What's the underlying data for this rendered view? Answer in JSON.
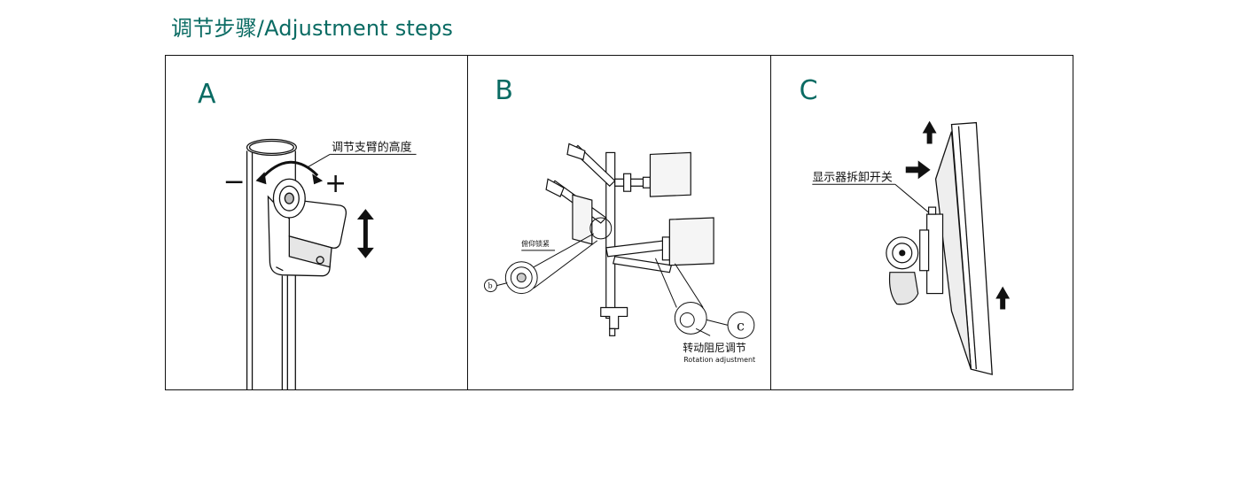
{
  "title": "调节步骤/Adjustment steps",
  "colors": {
    "accent": "#0a6b63",
    "line": "#111111"
  },
  "panels": [
    {
      "letter": "A",
      "label": "调节支臂的高度",
      "minus": "−",
      "plus": "+"
    },
    {
      "letter": "B",
      "tilt_lock": "俯仰锁紧",
      "marker_b": "b",
      "marker_c": "c",
      "rotation_cn": "转动阻尼调节",
      "rotation_en": "Rotation adjustment"
    },
    {
      "letter": "C",
      "release": "显示器拆卸开关"
    }
  ]
}
